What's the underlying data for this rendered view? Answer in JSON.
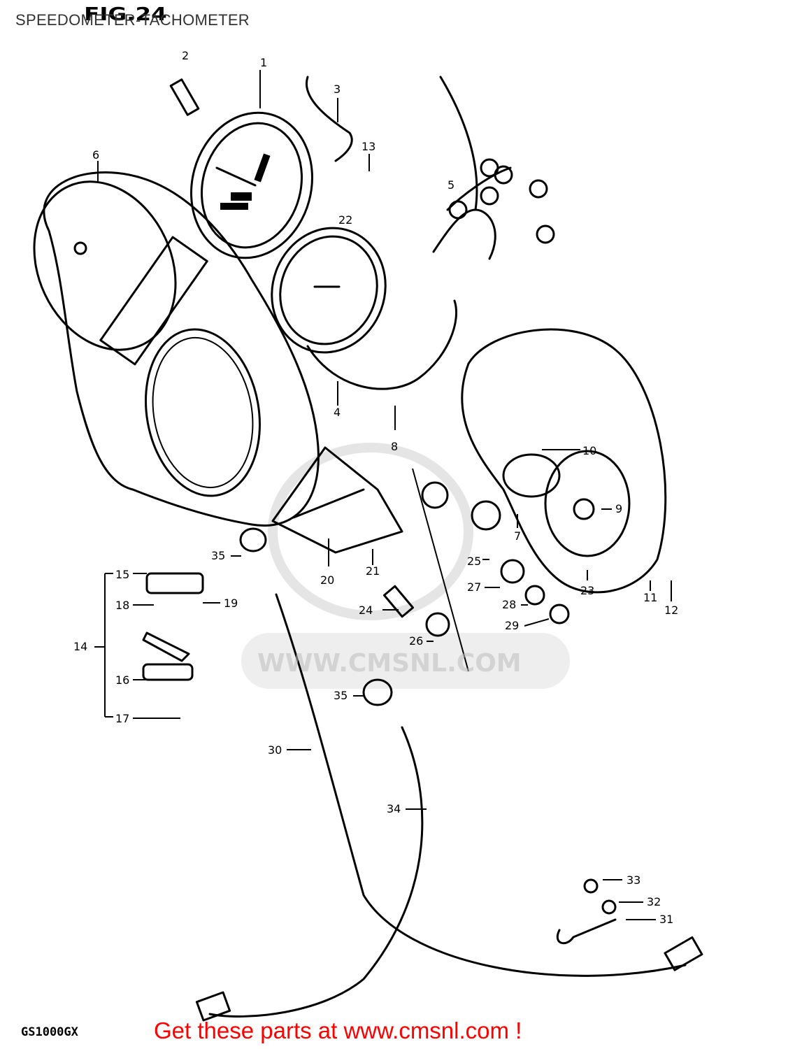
{
  "header": {
    "title": "SPEEDOMETER-TACHOMETER",
    "figure_no": "FIG.24"
  },
  "footer": {
    "model": "GS1000GX",
    "promo_text": "Get these parts at www.cmsnl.com !"
  },
  "watermark": {
    "url": "WWW.CMSNL.COM"
  },
  "callouts": [
    "1",
    "2",
    "3",
    "4",
    "5",
    "6",
    "7",
    "8",
    "9",
    "10",
    "11",
    "12",
    "13",
    "14",
    "15",
    "16",
    "17",
    "18",
    "19",
    "20",
    "21",
    "22",
    "23",
    "24",
    "25",
    "26",
    "27",
    "28",
    "29",
    "30",
    "31",
    "32",
    "33",
    "34",
    "35",
    "35"
  ],
  "colors": {
    "promo": "#ff0000",
    "title": "#333333",
    "line_art": "#000000"
  }
}
